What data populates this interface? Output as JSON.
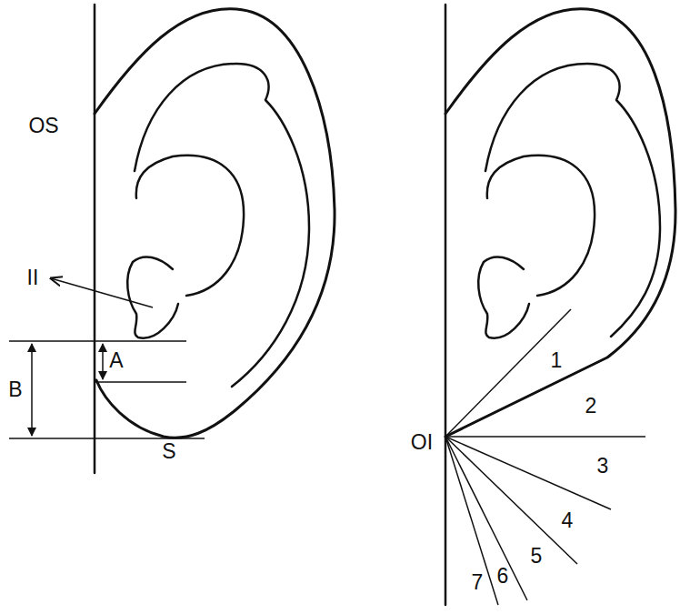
{
  "diagram": {
    "labels": [
      "OS",
      "II",
      "A",
      "B",
      "S",
      "OI",
      "1",
      "2",
      "3",
      "4",
      "5",
      "6",
      "7"
    ]
  }
}
